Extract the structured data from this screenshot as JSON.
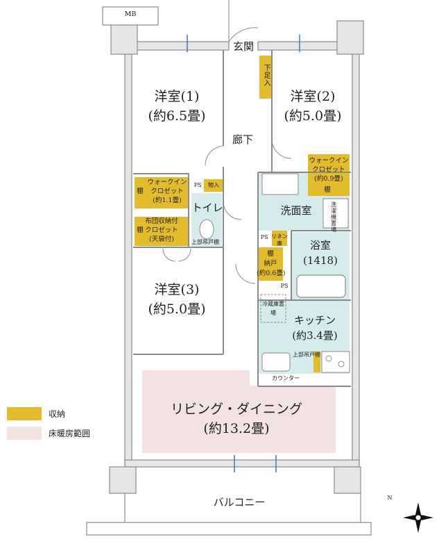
{
  "labels": {
    "mb": "MB",
    "genkan": "玄関",
    "shoes": "下足入",
    "room1_name": "洋室(1)",
    "room1_size": "(約6.5畳)",
    "room2_name": "洋室(2)",
    "room2_size": "(約5.0畳)",
    "rouka": "廊下",
    "wic1_a": "ウォークイン",
    "wic1_b": "クロゼット",
    "wic1_c": "(約1.1畳)",
    "tana1": "棚",
    "tana2": "棚",
    "tana3": "棚",
    "tana4": "棚",
    "ps1": "PS",
    "ps2": "PS",
    "ps3": "PS",
    "monoire": "物入",
    "toilet": "トイレ",
    "futon_a": "布団収納付",
    "futon_b": "クロゼット",
    "futon_c": "(天袋付)",
    "upper_shelf1": "上部吊戸棚",
    "upper_shelf2": "上部吊戸棚",
    "wic2_a": "ウォークイン",
    "wic2_b": "クロゼット",
    "wic2_c": "(約0.9畳)",
    "senmen": "洗面室",
    "washer": "洗濯機置場",
    "linen": "リネン庫",
    "nando_a": "納戸",
    "nando_b": "(約0.6畳)",
    "bath_name": "浴室",
    "bath_size": "(1418)",
    "room3_name": "洋室(3)",
    "room3_size": "(約5.0畳)",
    "fridge": "冷蔵庫置場",
    "kitchen_name": "キッチン",
    "kitchen_size": "(約3.4畳)",
    "counter": "カウンター",
    "living_name": "リビング・ダイニング",
    "living_size": "(約13.2畳)",
    "balcony": "バルコニー",
    "compass_n": "N"
  },
  "legend": [
    {
      "label": "収納",
      "color": "#e3bc2c"
    },
    {
      "label": "床暖房範囲",
      "color": "#f2e2e2"
    }
  ],
  "colors": {
    "storage": "#e3bc2c",
    "floor_heating": "#f2e2e2",
    "wet_area": "#d6ebeb",
    "wall": "#8a8a8a",
    "wall_fill": "#e6e6e6"
  }
}
